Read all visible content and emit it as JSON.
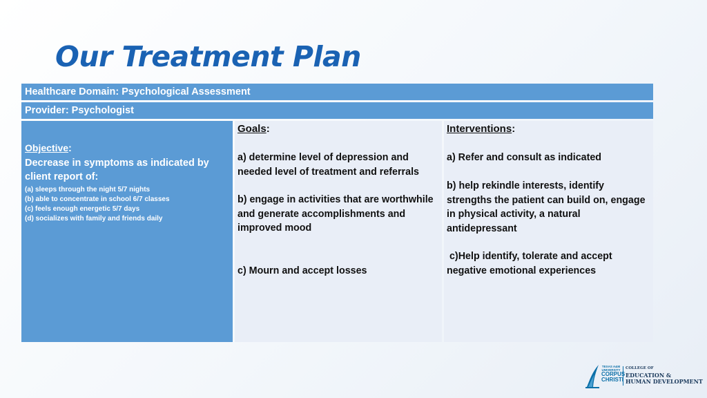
{
  "slide": {
    "title": "Our Treatment Plan"
  },
  "table": {
    "domain": "Healthcare Domain: Psychological Assessment",
    "provider": "Provider: Psychologist",
    "objective": {
      "label": "Objective",
      "colon": ":",
      "main": "Decrease in symptoms as indicated by client report of:",
      "items": [
        "(a) sleeps through the night 5/7  nights",
        "(b) able to concentrate in school 6/7 classes",
        "(c)  feels enough energetic 5/7 days",
        "(d) socializes with family and friends daily"
      ]
    },
    "goals": {
      "header": "Goals",
      "colon": ":",
      "items": [
        "a)  determine level of depression and needed level of treatment and referrals",
        "b) engage in activities that are worthwhile and generate accomplishments and improved mood",
        "c)  Mourn and accept losses"
      ]
    },
    "interventions": {
      "header": "Interventions",
      "colon": ":",
      "items": [
        "a)  Refer and consult as indicated",
        "b)  help rekindle interests, identify strengths the patient can build on, engage in physical activity, a natural antidepressant",
        " c)Help identify, tolerate and accept negative emotional experiences"
      ]
    }
  },
  "logo": {
    "university_line1": "TEXAS A&M",
    "university_line2": "UNIVERSITY",
    "university_line3": "CORPUS",
    "university_line4": "CHRISTI",
    "college_line1": "COLLEGE OF",
    "college_line2": "EDUCATION &",
    "college_line3": "HUMAN DEVELOPMENT",
    "color_primary": "#0b6fa8"
  },
  "colors": {
    "title": "#1a62b3",
    "header_fill": "#5b9bd5",
    "cell_fill": "#e9eef7"
  }
}
